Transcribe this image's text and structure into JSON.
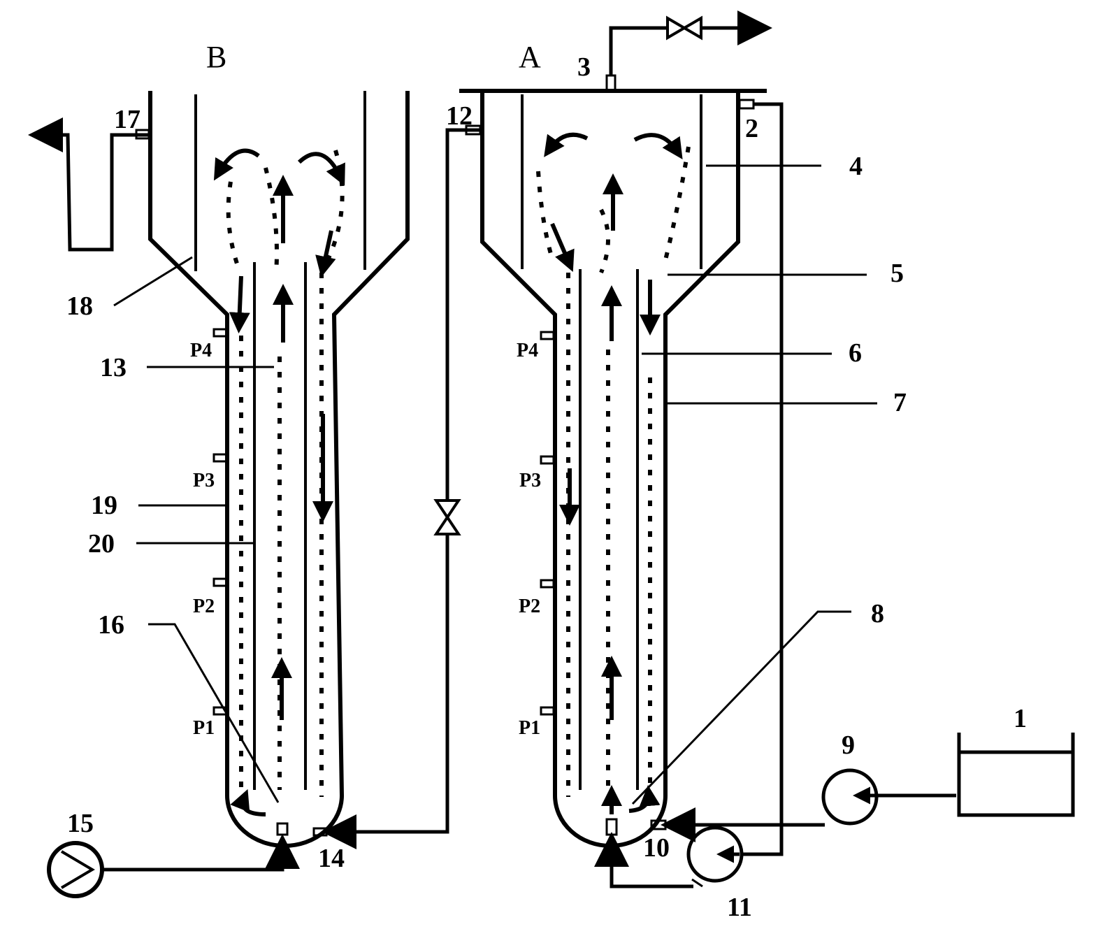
{
  "reactors": {
    "B": {
      "title": "B",
      "ports": [
        "P4",
        "P3",
        "P2",
        "P1"
      ]
    },
    "A": {
      "title": "A",
      "ports": [
        "P4",
        "P3",
        "P2",
        "P1"
      ]
    }
  },
  "labels": {
    "n1": "1",
    "n2": "2",
    "n3": "3",
    "n4": "4",
    "n5": "5",
    "n6": "6",
    "n7": "7",
    "n8": "8",
    "n9": "9",
    "n10": "10",
    "n11": "11",
    "n12": "12",
    "n13": "13",
    "n14": "14",
    "n15": "15",
    "n16": "16",
    "n17": "17",
    "n18": "18",
    "n19": "19",
    "n20": "20"
  },
  "colors": {
    "line": "#000000",
    "background": "#ffffff"
  }
}
